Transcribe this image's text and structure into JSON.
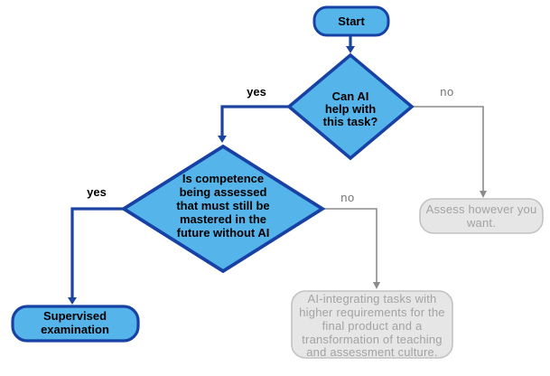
{
  "nodes": {
    "start": {
      "label": "Start"
    },
    "decision_ai_help": {
      "lines": [
        "Can AI",
        "help with",
        "this task?"
      ]
    },
    "decision_competence": {
      "lines": [
        "Is competence",
        "being assessed",
        "that must still be",
        "mastered in the",
        "future without AI"
      ]
    },
    "supervised_exam": {
      "lines": [
        "Supervised",
        "examination"
      ]
    },
    "assess_however": {
      "lines": [
        "Assess however you",
        "want."
      ]
    },
    "ai_integrating": {
      "lines": [
        "AI-integrating tasks with",
        "higher requirements for the",
        "final product and a",
        "transformation of teaching",
        "and assessment culture."
      ]
    }
  },
  "edge_labels": {
    "yes_1": "yes",
    "no_1": "no",
    "yes_2": "yes",
    "no_2": "no"
  },
  "colors": {
    "node_fill": "#55B5EA",
    "node_border": "#1841A5",
    "blue_line": "#1B44A0",
    "gray_line": "#8C8C8C",
    "gray_fill": "#E6E6E6",
    "gray_border": "#C2C2C2",
    "gray_text": "#A3A3A3",
    "yes_label_color": "#000000",
    "no_label_color": "#757575"
  }
}
